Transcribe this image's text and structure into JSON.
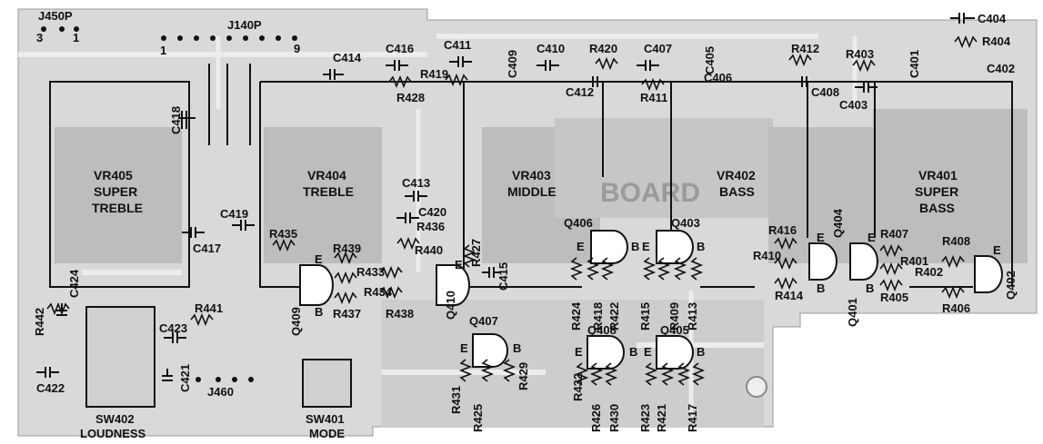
{
  "colors": {
    "board": "#d9d9d9",
    "board_dark": "#bdbdbd",
    "trace": "#ececec",
    "ink": "#111111",
    "pot": "#c4c4c4"
  },
  "connectors": {
    "j450": "J450P",
    "j450_pins": [
      "3",
      "1"
    ],
    "j140": "J140P",
    "j140_pins": [
      "1",
      "9"
    ],
    "j460": "J460"
  },
  "pots": [
    {
      "ref": "VR405",
      "line1": "SUPER",
      "line2": "TREBLE"
    },
    {
      "ref": "VR404",
      "line1": "TREBLE",
      "line2": ""
    },
    {
      "ref": "VR403",
      "line1": "MIDDLE",
      "line2": ""
    },
    {
      "ref": "VR402",
      "line1": "BASS",
      "line2": ""
    },
    {
      "ref": "VR401",
      "line1": "SUPER",
      "line2": "BASS"
    }
  ],
  "capacitors": [
    "C404",
    "C402",
    "C401",
    "C403",
    "C405",
    "C406",
    "C407",
    "C408",
    "C409",
    "C410",
    "C411",
    "C412",
    "C413",
    "C414",
    "C415",
    "C416",
    "C417",
    "C418",
    "C419",
    "C420",
    "C421",
    "C422",
    "C423",
    "C424"
  ],
  "resistors": [
    "R404",
    "R403",
    "R412",
    "R401",
    "R402",
    "R405",
    "R406",
    "R407",
    "R408",
    "R409",
    "R410",
    "R411",
    "R413",
    "R414",
    "R415",
    "R416",
    "R417",
    "R418",
    "R419",
    "R420",
    "R421",
    "R422",
    "R423",
    "R424",
    "R425",
    "R426",
    "R427",
    "R428",
    "R429",
    "R430",
    "R431",
    "R432",
    "R433",
    "R434",
    "R435",
    "R436",
    "R437",
    "R438",
    "R439",
    "R440",
    "R441",
    "R442"
  ],
  "transistors": [
    "Q401",
    "Q402",
    "Q403",
    "Q404",
    "Q405",
    "Q406",
    "Q407",
    "Q408",
    "Q409",
    "Q410"
  ],
  "pins": {
    "e": "E",
    "b": "B"
  },
  "switches": [
    {
      "ref": "SW402",
      "name": "LOUDNESS"
    },
    {
      "ref": "SW401",
      "name": "MODE"
    }
  ],
  "watermark": "BOARD"
}
